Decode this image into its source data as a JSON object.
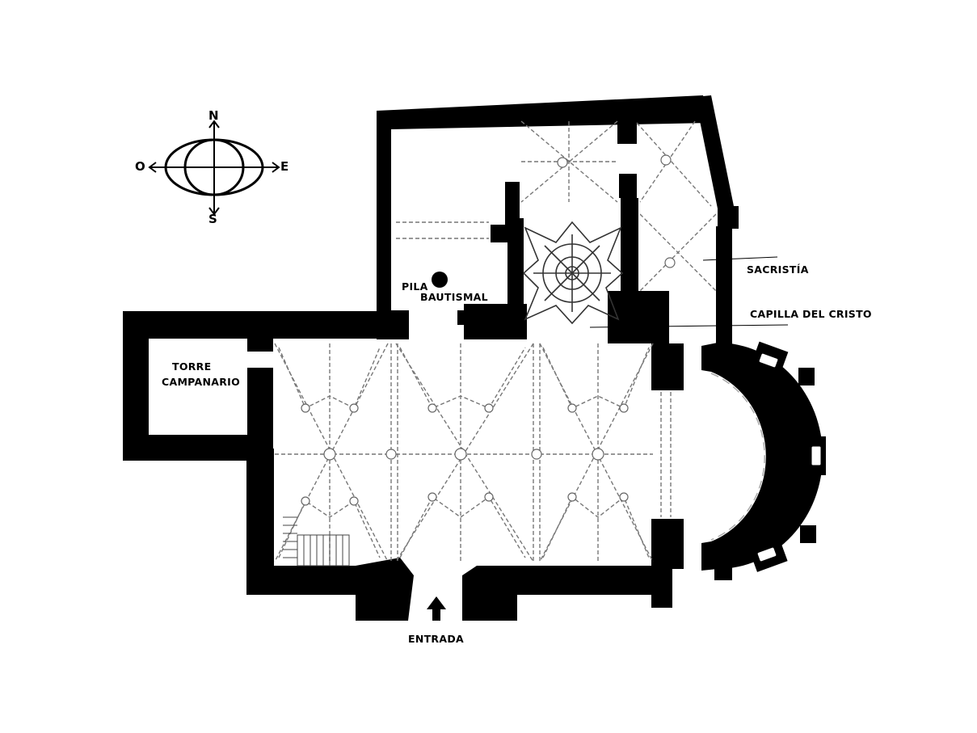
{
  "compass": {
    "north": "N",
    "south": "S",
    "west": "O",
    "east": "E"
  },
  "labels": {
    "pila_line1": "PILA",
    "pila_line2": "BAUTISMAL",
    "torre_line1": "TORRE",
    "torre_line2": "CAMPANARIO",
    "sacristia": "SACRISTÍA",
    "capilla": "CAPILLA DEL CRISTO",
    "entrada": "ENTRADA"
  },
  "colors": {
    "wall": "#000000",
    "vault_lines": "#777777",
    "background": "#ffffff"
  }
}
